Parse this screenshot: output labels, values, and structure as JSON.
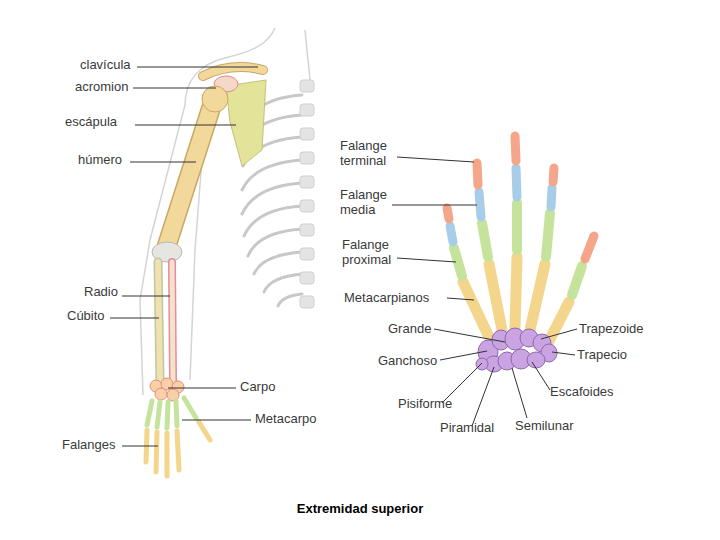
{
  "diagram": {
    "caption": "Extremidad superior",
    "labels": [
      "clavícula",
      "acromion",
      "escápula",
      "húmero",
      "Radio",
      "Cúbito",
      "Carpo",
      "Metacarpo",
      "Falanges",
      "Falange terminal",
      "Falange media",
      "Falange proximal",
      "Metacarpianos",
      "Grande",
      "Ganchoso",
      "Pisiforme",
      "Piramidal",
      "Semilunar",
      "Escafoides",
      "Trapecio",
      "Trapezoide"
    ]
  }
}
